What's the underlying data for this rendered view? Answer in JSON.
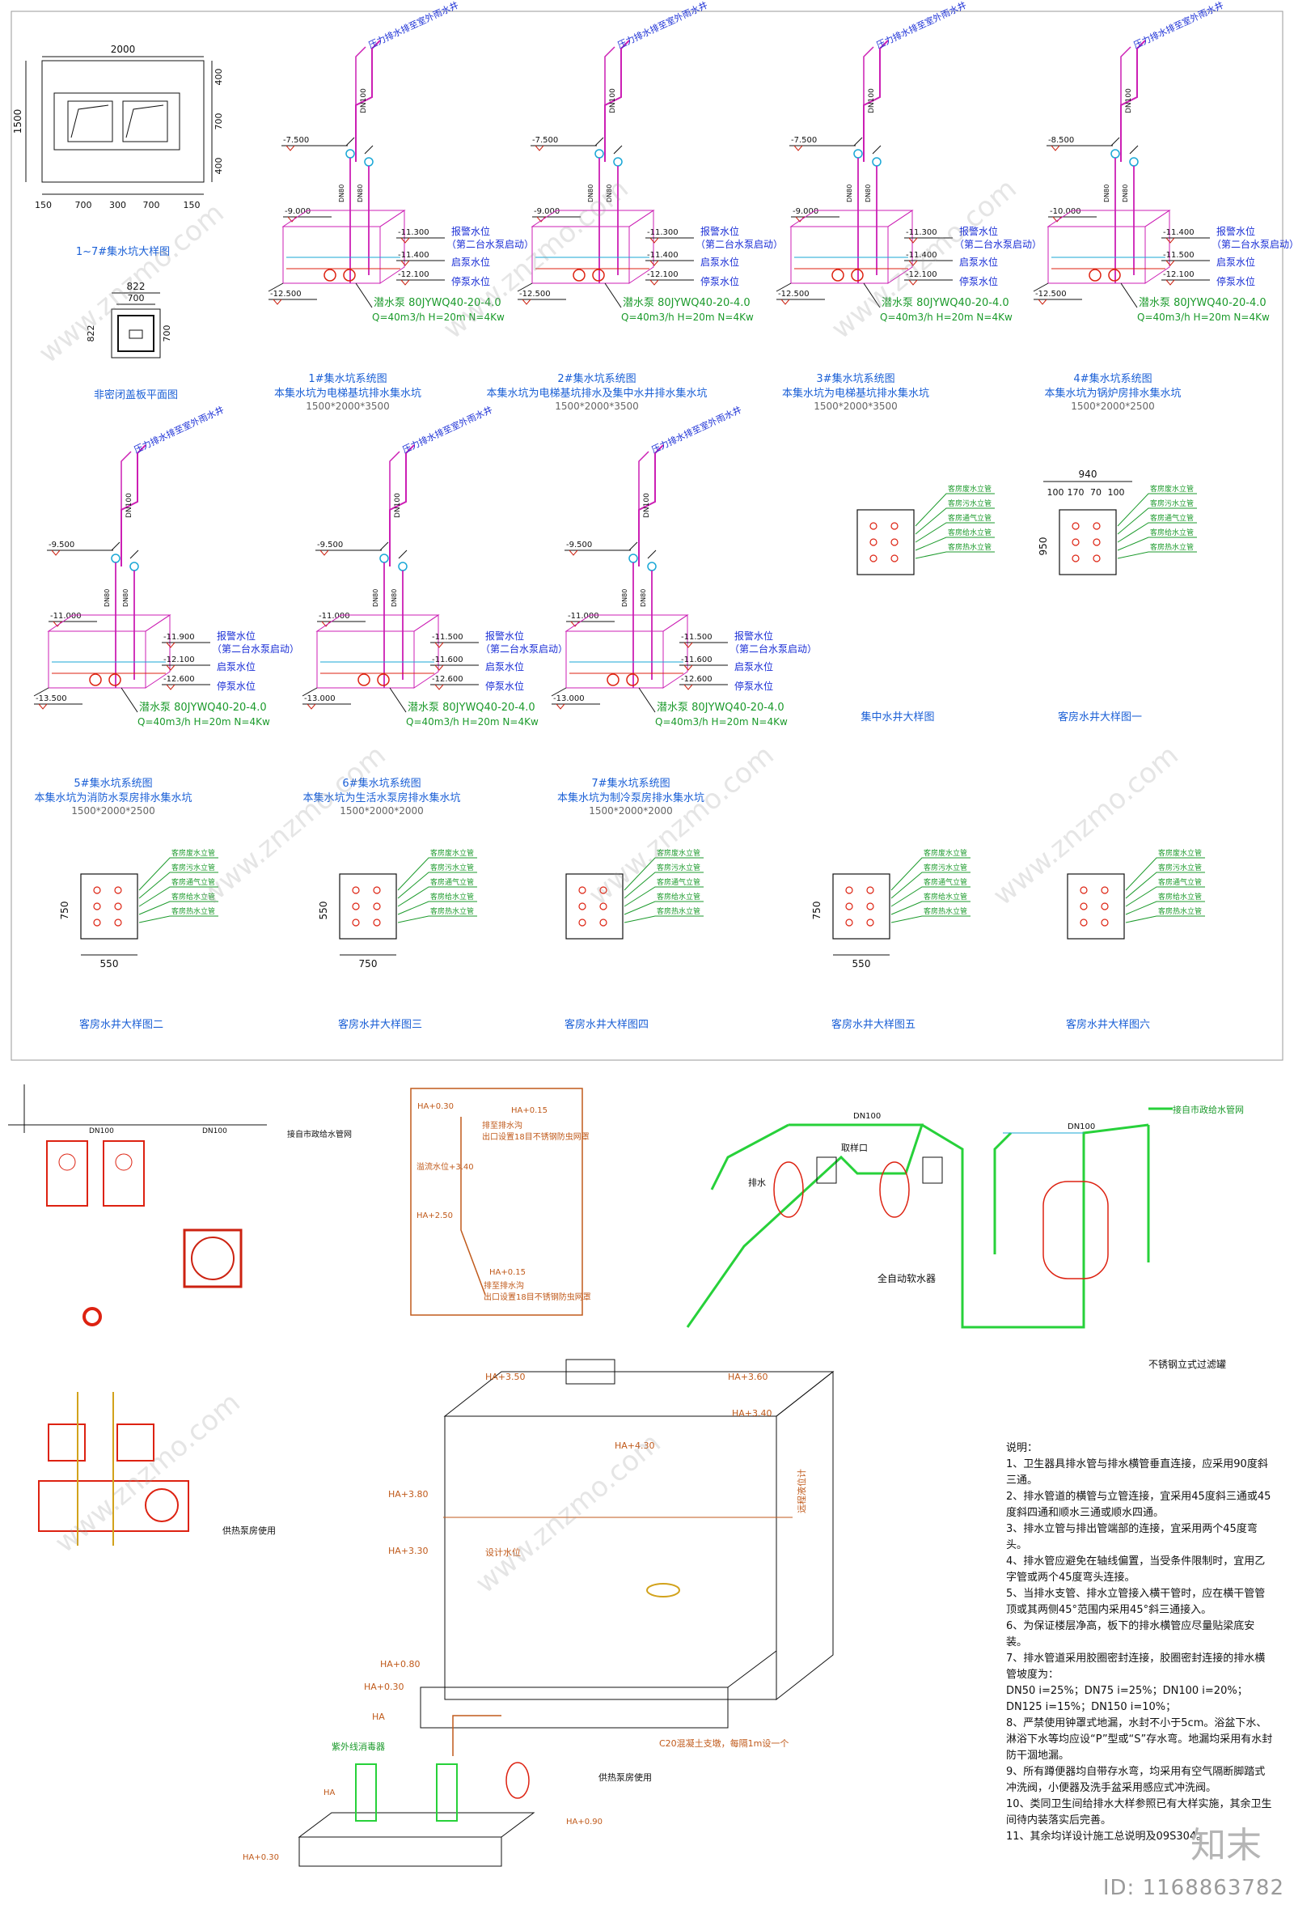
{
  "pits": [
    {
      "title": "1#集水坑系统图",
      "desc": "本集水坑为电梯基坑排水集水坑",
      "size": "1500*2000*3500",
      "top_level": "-7.500",
      "ceiling": "-9.000",
      "bottom": "-12.500",
      "alarm": "-11.300",
      "start": "-11.400",
      "stop": "-12.100"
    },
    {
      "title": "2#集水坑系统图",
      "desc": "本集水坑为电梯基坑排水及集中水井排水集水坑",
      "size": "1500*2000*3500",
      "top_level": "-7.500",
      "ceiling": "-9.000",
      "bottom": "-12.500",
      "alarm": "-11.300",
      "start": "-11.400",
      "stop": "-12.100"
    },
    {
      "title": "3#集水坑系统图",
      "desc": "本集水坑为电梯基坑排水集水坑",
      "size": "1500*2000*3500",
      "top_level": "-7.500",
      "ceiling": "-9.000",
      "bottom": "-12.500",
      "alarm": "-11.300",
      "start": "-11.400",
      "stop": "-12.100"
    },
    {
      "title": "4#集水坑系统图",
      "desc": "本集水坑为锅炉房排水集水坑",
      "size": "1500*2000*2500",
      "top_level": "-8.500",
      "ceiling": "-10.000",
      "bottom": "-12.500",
      "alarm": "-11.400",
      "start": "-11.500",
      "stop": "-12.100"
    },
    {
      "title": "5#集水坑系统图",
      "desc": "本集水坑为消防水泵房排水集水坑",
      "size": "1500*2000*2500",
      "top_level": "-9.500",
      "ceiling": "-11.000",
      "bottom": "-13.500",
      "alarm": "-11.900",
      "start": "-12.100",
      "stop": "-12.600"
    },
    {
      "title": "6#集水坑系统图",
      "desc": "本集水坑为生活水泵房排水集水坑",
      "size": "1500*2000*2000",
      "top_level": "-9.500",
      "ceiling": "-11.000",
      "bottom": "-13.000",
      "alarm": "-11.500",
      "start": "-11.600",
      "stop": "-12.600"
    },
    {
      "title": "7#集水坑系统图",
      "desc": "本集水坑为制冷泵房排水集水坑",
      "size": "1500*2000*2000",
      "top_level": "-9.500",
      "ceiling": "-11.000",
      "bottom": "-13.000",
      "alarm": "-11.500",
      "start": "-11.600",
      "stop": "-12.600"
    }
  ],
  "pit_common": {
    "outlet": "压力排水排至室外雨水井",
    "pipe_dn100": "DN100",
    "pipe_dn80": "DN80",
    "alarm_label": "报警水位",
    "alarm_sub": "（第二台水泵启动）",
    "start_label": "启泵水位",
    "stop_label": "停泵水位",
    "pump_model": "潜水泵 80JYWQ40-20-4.0",
    "pump_params": "Q=40m3/h H=20m N=4Kw"
  },
  "pit_detail": {
    "title": "1~7#集水坑大样图",
    "width_total": "2000",
    "height_total": "1500",
    "dims_bottom": [
      "150",
      "700",
      "300",
      "700",
      "150"
    ],
    "dims_right": [
      "400",
      "700",
      "400"
    ]
  },
  "cover_detail": {
    "title": "非密闭盖板平面图",
    "w": "822",
    "w_inner": "700",
    "h": "822",
    "h_inner": "700"
  },
  "wells": [
    {
      "title": "集中水井大样图"
    },
    {
      "title": "客房水井大样图一",
      "dims_top": [
        "940",
        "100",
        "170",
        "70",
        "100"
      ],
      "dim_side": "950"
    },
    {
      "title": "客房水井大样图二",
      "dim_side": "750",
      "dim_bottom": "550"
    },
    {
      "title": "客房水井大样图三",
      "dim_side": "550",
      "dim_bottom": "750"
    },
    {
      "title": "客房水井大样图四"
    },
    {
      "title": "客房水井大样图五",
      "dim_side": "750",
      "dim_bottom": "550"
    },
    {
      "title": "客房水井大样图六"
    }
  ],
  "well_labels": [
    "客房废水立管",
    "客房污水立管",
    "客房通气立管",
    "客房给水立管",
    "客房热水立管"
  ],
  "system": {
    "inlet_label": "接自市政给水管网",
    "dn100": "DN100",
    "softener": "全自动软水器",
    "filter": "不锈钢立式过滤罐",
    "drain_label": "排水",
    "sample_label": "取样口",
    "detail_labels": [
      "HA+0.30",
      "HA+0.15",
      "排至排水沟",
      "溢流水位+3.40",
      "HA+2.50",
      "HA+0.15",
      "排至排水沟"
    ],
    "detail_note1": "出口设置18目不锈钢防虫网罩",
    "detail_note2": "出口设置18目不锈钢防虫网罩",
    "tank_levels": [
      "HA+3.50",
      "HA+3.60",
      "HA+3.40",
      "HA+4.30",
      "HA+3.80",
      "HA+3.30",
      "HA+0.80",
      "HA+0.30",
      "HA"
    ],
    "tank_notes": [
      "设计水位",
      "远程液位计",
      "C20混凝土支墩，每隔1m设一个"
    ],
    "supply_label": "供热泵房使用",
    "disinfect": "紫外线消毒器",
    "pump_levels": [
      "HA",
      "HA+0.90",
      "HA+0.30"
    ],
    "left_labels": [
      "接自市政给水管网",
      "DN100",
      "DN100",
      "供热泵房使用"
    ]
  },
  "notes": {
    "heading": "说明：",
    "lines": [
      "1、卫生器具排水管与排水横管垂直连接，应采用90度斜三通。",
      "2、排水管道的横管与立管连接，宜采用45度斜三通或45度斜四通和顺水三通或顺水四通。",
      "3、排水立管与排出管端部的连接，宜采用两个45度弯头。",
      "4、排水管应避免在轴线偏置，当受条件限制时，宜用乙字管或两个45度弯头连接。",
      "5、当排水支管、排水立管接入横干管时，应在横干管管顶或其两侧45°范围内采用45°斜三通接入。",
      "6、为保证楼层净高，板下的排水横管应尽量贴梁底安装。",
      "7、排水管道采用胶圈密封连接，胶圈密封连接的排水横管坡度为：",
      "DN50 i=25%；DN75 i=25%；DN100 i=20%；",
      "DN125 i=15%；DN150 i=10%；",
      "8、严禁使用钟罩式地漏，水封不小于5cm。浴盆下水、淋浴下水等均应设“P”型或“S”存水弯。地漏均采用有水封防干涸地漏。",
      "9、所有蹲便器均自带存水弯，均采用有空气隔断脚踏式冲洗阀，小便器及洗手盆采用感应式冲洗阀。",
      "10、类同卫生间给排水大样参照已有大样实施，其余卫生间待内装落实后完善。",
      "11、其余均详设计施工总说明及09S304。"
    ]
  },
  "watermark": "www.znzmo.com",
  "footer_id": "ID: 1168863782",
  "logo": "知末"
}
